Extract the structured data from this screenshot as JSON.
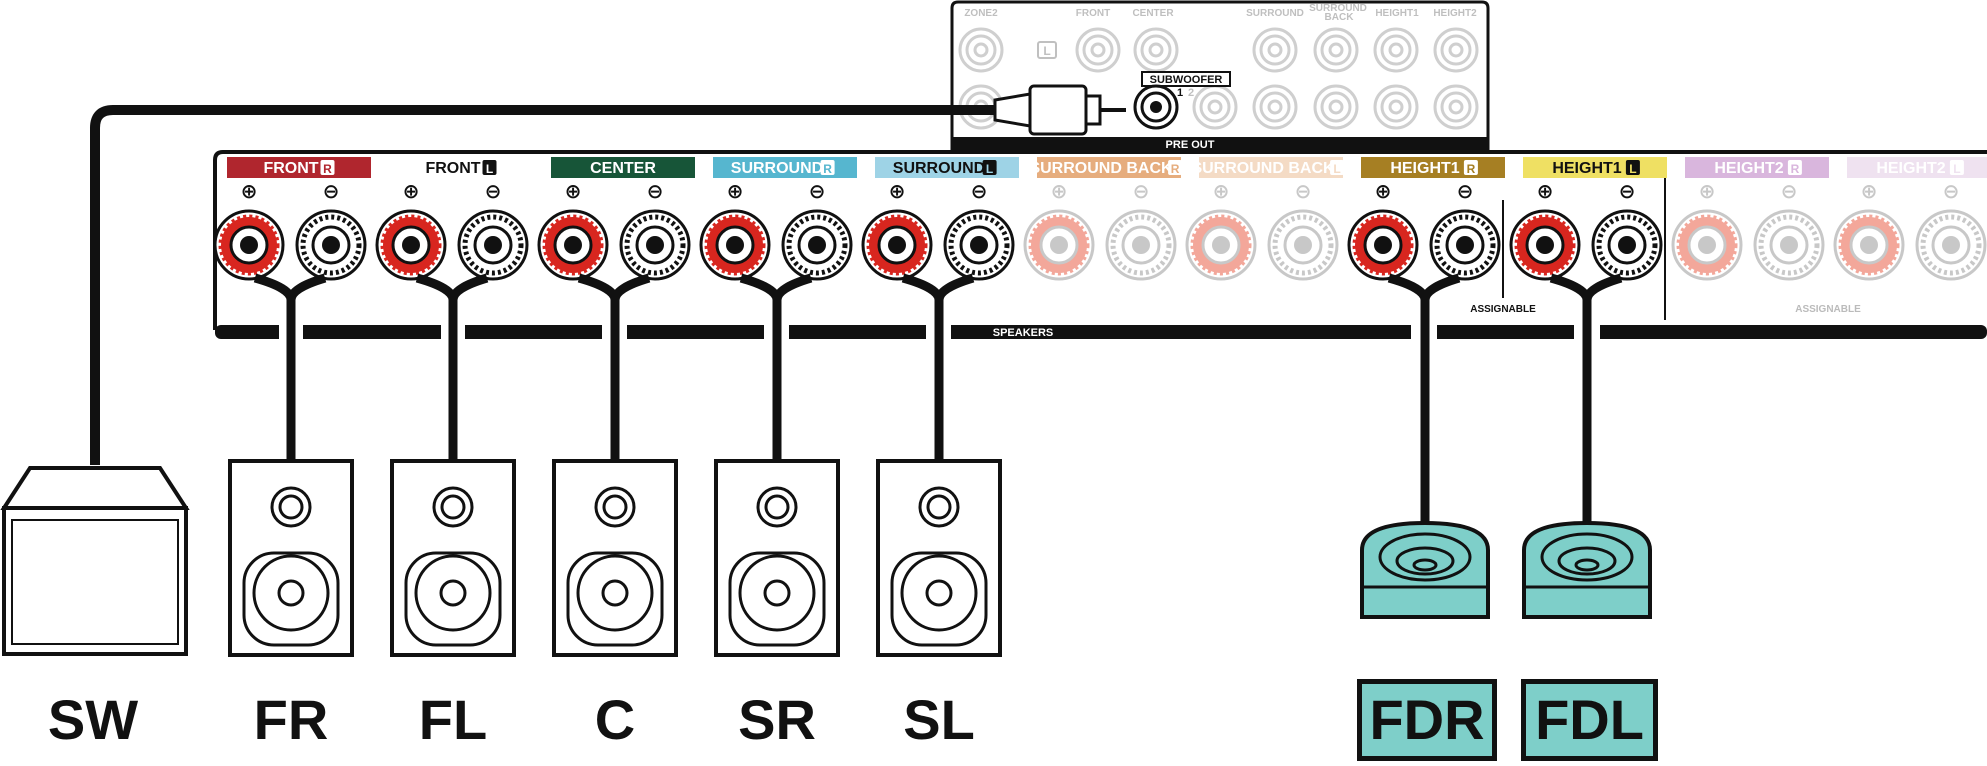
{
  "preout": {
    "headers": [
      "ZONE2",
      "FRONT",
      "CENTER",
      "SURROUND",
      "SURROUND",
      "BACK",
      "HEIGHT1",
      "HEIGHT2"
    ],
    "subwoofer_label": "SUBWOOFER",
    "sub_num_1": "1",
    "sub_num_2": "2",
    "pre_out_label": "PRE OUT",
    "l_badge": "L"
  },
  "panel": {
    "channels": [
      {
        "name": "FRONT",
        "side": "R",
        "color": "#b0262e",
        "text_color": "#ffffff",
        "faded": false
      },
      {
        "name": "FRONT",
        "side": "L",
        "color": "#ffffff",
        "text_color": "#111111",
        "faded": false
      },
      {
        "name": "CENTER",
        "side": "",
        "color": "#175538",
        "text_color": "#ffffff",
        "faded": false
      },
      {
        "name": "SURROUND",
        "side": "R",
        "color": "#56b6cf",
        "text_color": "#ffffff",
        "faded": false
      },
      {
        "name": "SURROUND",
        "side": "L",
        "color": "#9ed3e6",
        "text_color": "#111111",
        "faded": false
      },
      {
        "name": "SURROUND BACK",
        "side": "R",
        "color": "#e6ad7e",
        "text_color": "#ffffff",
        "faded": true
      },
      {
        "name": "SURROUND BACK",
        "side": "L",
        "color": "#f4dbc5",
        "text_color": "#ffffff",
        "faded": true
      },
      {
        "name": "HEIGHT1",
        "side": "R",
        "color": "#a67f23",
        "text_color": "#ffffff",
        "faded": false
      },
      {
        "name": "HEIGHT1",
        "side": "L",
        "color": "#efe063",
        "text_color": "#111111",
        "faded": false
      },
      {
        "name": "HEIGHT2",
        "side": "R",
        "color": "#d9b6dd",
        "text_color": "#ffffff",
        "faded": true
      },
      {
        "name": "HEIGHT2",
        "side": "L",
        "color": "#efe2f0",
        "text_color": "#ffffff",
        "faded": true
      }
    ],
    "plus_symbol": "⊕",
    "minus_symbol": "⊖",
    "speakers_label": "SPEAKERS",
    "assignable_label": "ASSIGNABLE"
  },
  "speakers": {
    "labels": [
      "SW",
      "FR",
      "FL",
      "C",
      "SR",
      "SL"
    ],
    "boxed_labels": [
      "FDR",
      "FDL"
    ]
  },
  "colors": {
    "terminal_red": "#d8261f",
    "height_speaker_fill": "#7ecfc9",
    "faded_gray": "#c8c8c8",
    "faded_red": "#f3a79a"
  }
}
